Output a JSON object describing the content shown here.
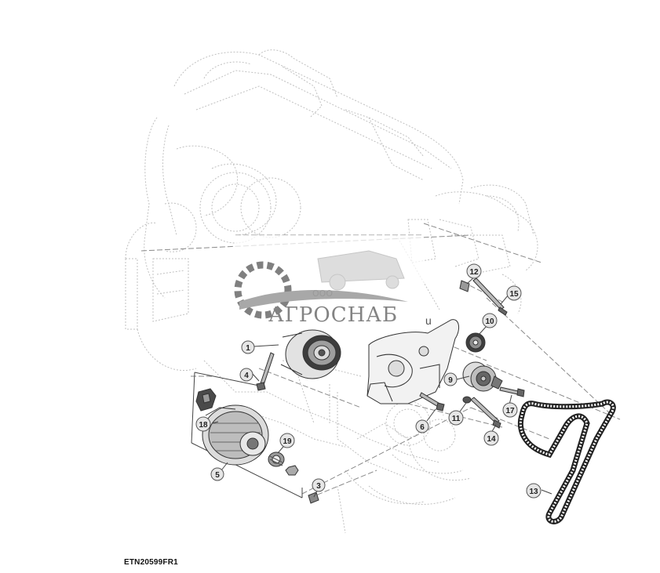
{
  "diagram": {
    "callouts": [
      "1",
      "3",
      "4",
      "5",
      "6",
      "9",
      "10",
      "11",
      "12",
      "13",
      "14",
      "15",
      "17",
      "18",
      "19"
    ],
    "reference_code": "ETN20599FR1"
  },
  "watermark": {
    "company_prefix": "ООО",
    "brand": "АГРОСНАБ",
    "suffix": "u",
    "colors": {
      "gear": "#6b6b6b",
      "swoosh": "#9a9a9a",
      "text": "#6e6e6e"
    }
  },
  "colors": {
    "line": "#b9b9b9",
    "line_dark": "#444444",
    "callout_fill": "#e6e6e6",
    "callout_stroke": "#555555"
  }
}
